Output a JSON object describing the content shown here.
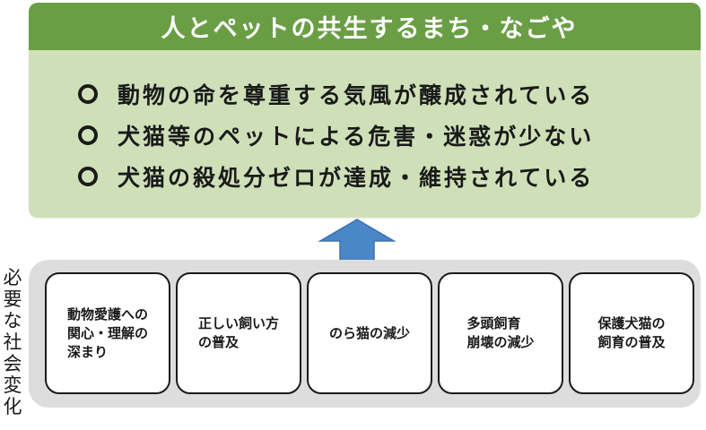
{
  "goal": {
    "title": "人とペットの共生するまち・なごや",
    "items": [
      "動物の命を尊重する気風が醸成されている",
      "犬猫等のペットによる危害・迷惑が少ない",
      "犬猫の殺処分ゼロが達成・維持されている"
    ]
  },
  "side_label": "必要な社会変化",
  "changes": [
    "動物愛護への\n関心・理解の\n深まり",
    "正しい飼い方\nの普及",
    "のら猫の減少",
    "多頭飼育\n崩壊の減少",
    "保護犬猫の\n飼育の普及"
  ],
  "colors": {
    "header_green": "#6a9e45",
    "panel_green": "#cfe0b8",
    "arrow_blue": "#4a86c8",
    "band_gray": "#dddddd"
  }
}
